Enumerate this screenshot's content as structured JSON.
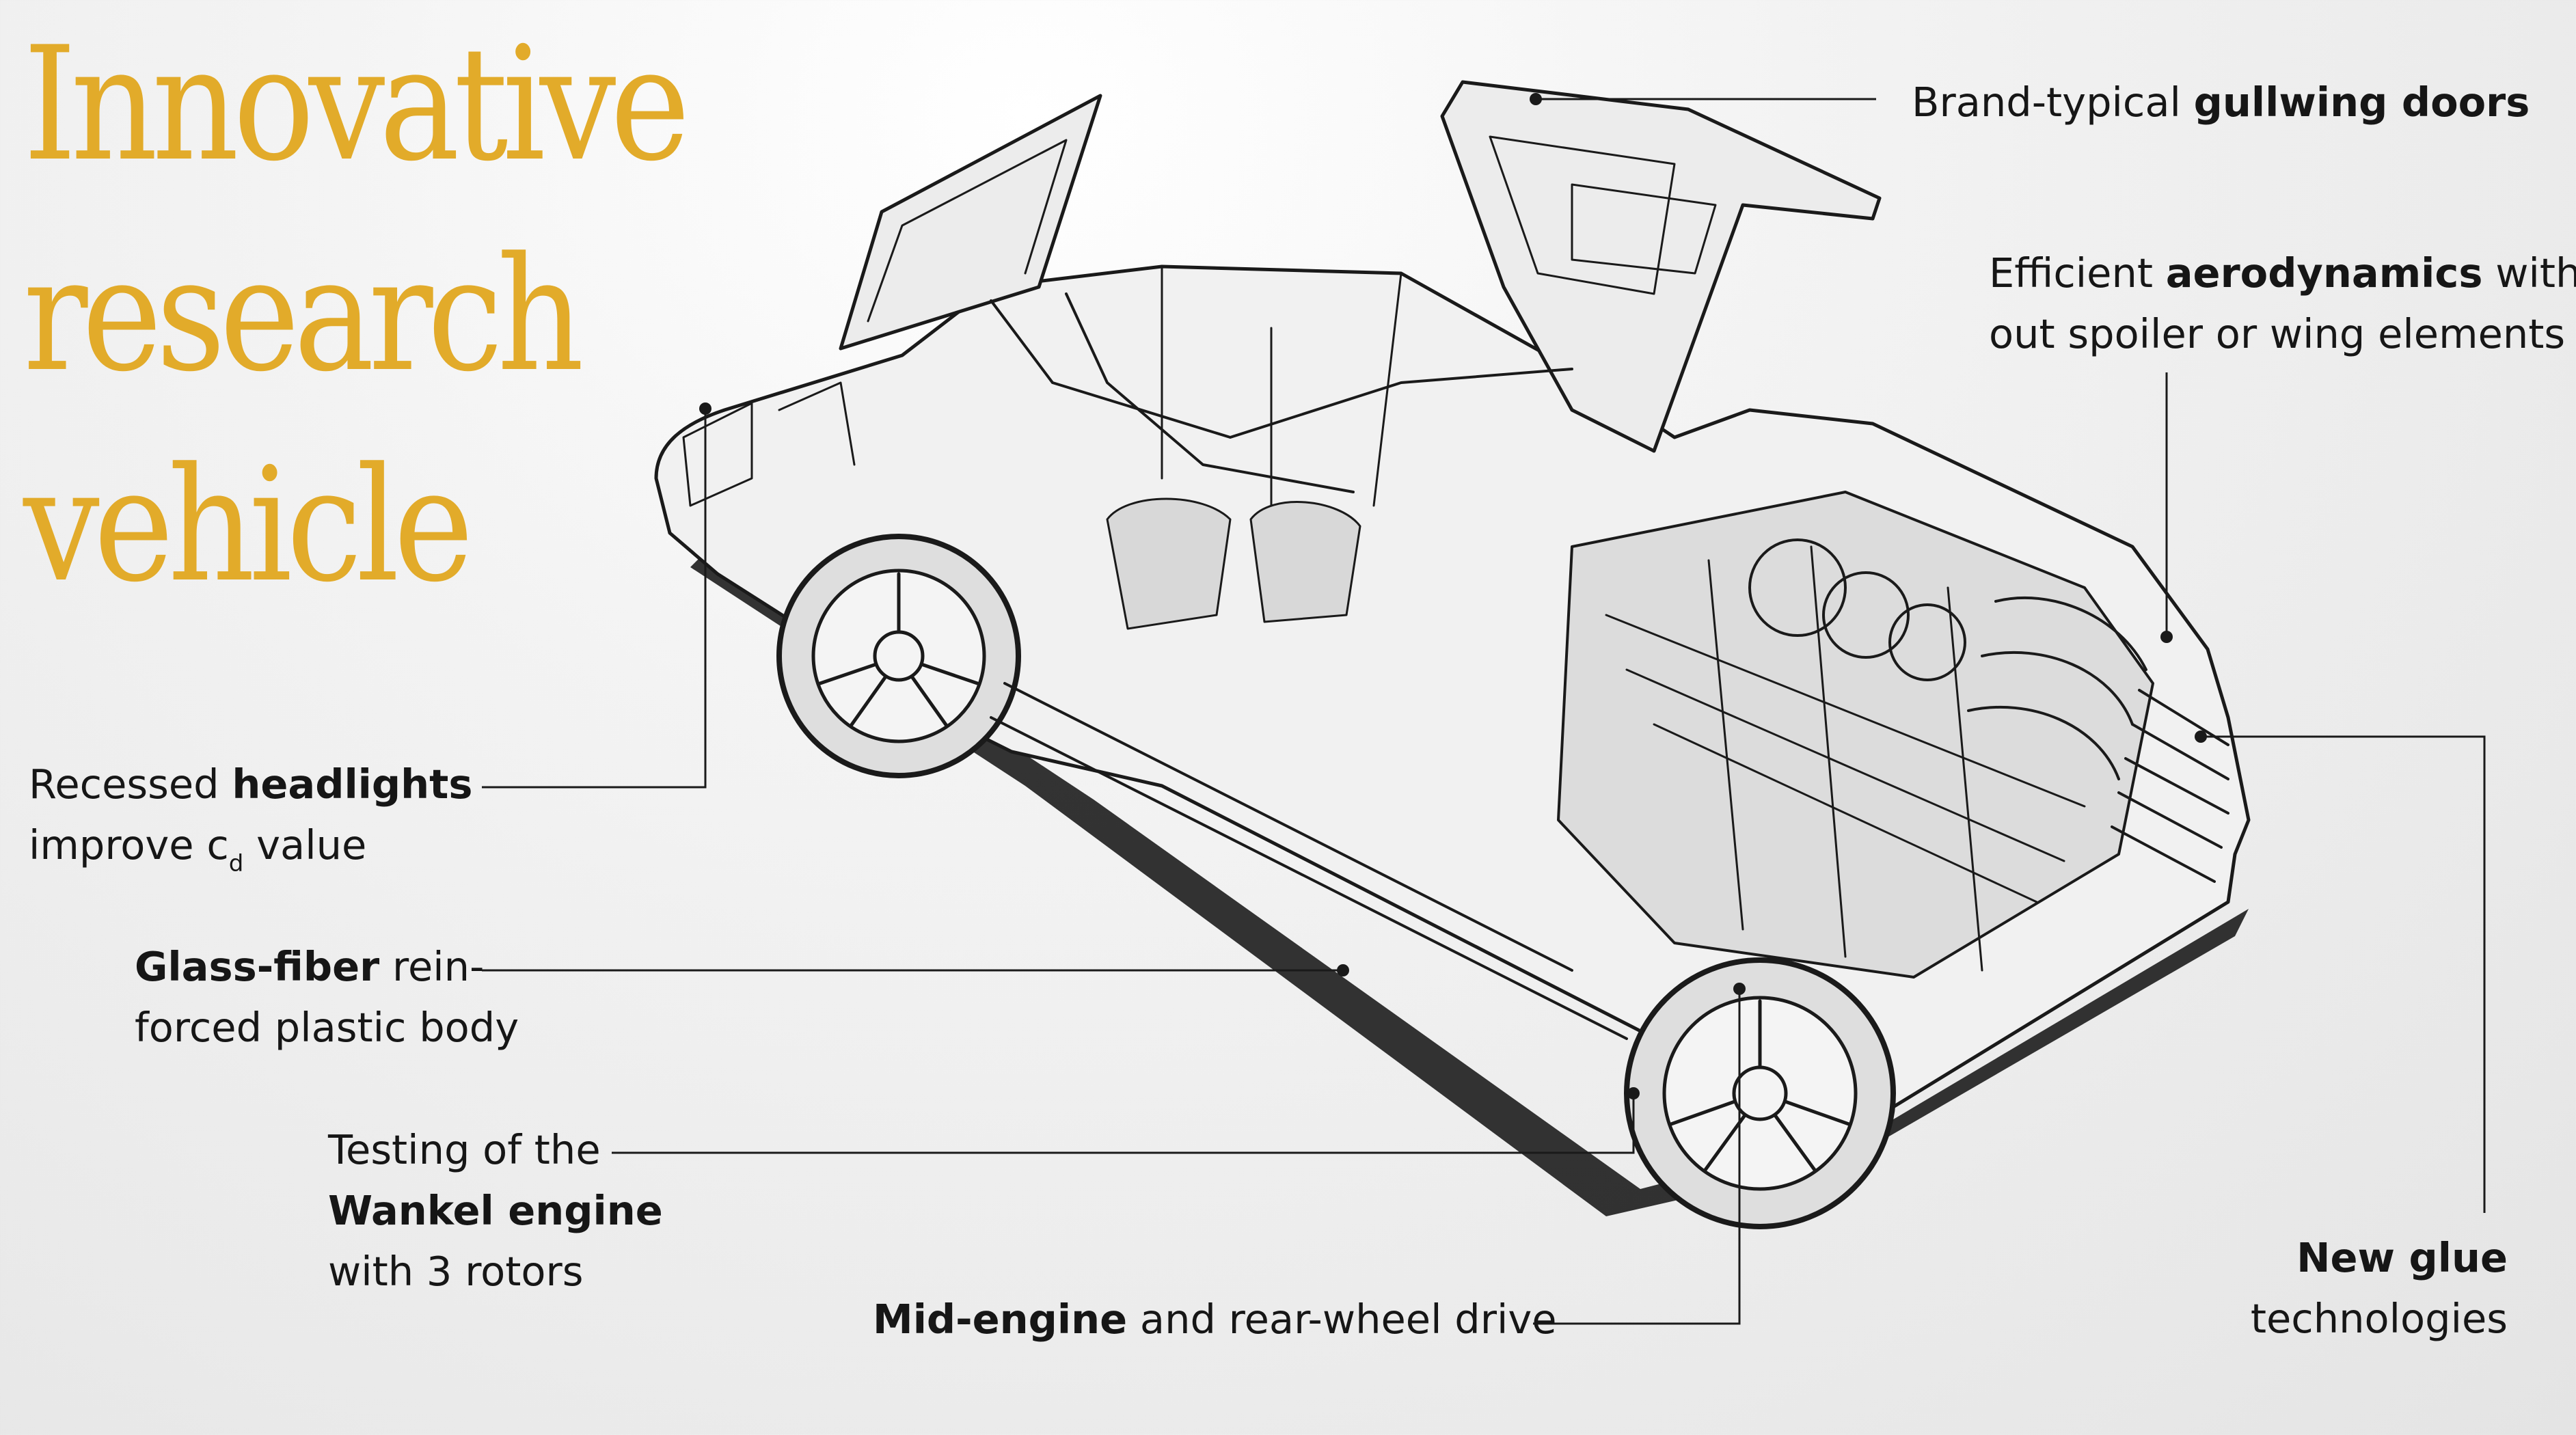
{
  "title": {
    "line1": "Innovative",
    "line2": "research",
    "line3": "vehicle"
  },
  "callouts": {
    "gullwing": {
      "prefix": "Brand-typical ",
      "bold": "gullwing doors"
    },
    "aero": {
      "prefix": "Efficient ",
      "bold": "aerodynamics",
      "suffix": " with-",
      "line2": "out spoiler or wing elements"
    },
    "headlights": {
      "prefix": "Recessed ",
      "bold": "headlights",
      "line2_prefix": "improve c",
      "line2_sub": "d",
      "line2_suffix": " value"
    },
    "glassfiber": {
      "bold": "Glass-fiber",
      "suffix": " rein-",
      "line2": "forced plastic body"
    },
    "wankel": {
      "line1": "Testing of the",
      "bold": "Wankel engine",
      "line3": "with 3 rotors"
    },
    "midengine": {
      "bold": "Mid-engine",
      "suffix": " and rear-wheel drive"
    },
    "glue": {
      "bold": "New glue",
      "line2": "technologies"
    }
  },
  "colors": {
    "accent": "#e2ab2a",
    "line": "#1a1a1a"
  }
}
